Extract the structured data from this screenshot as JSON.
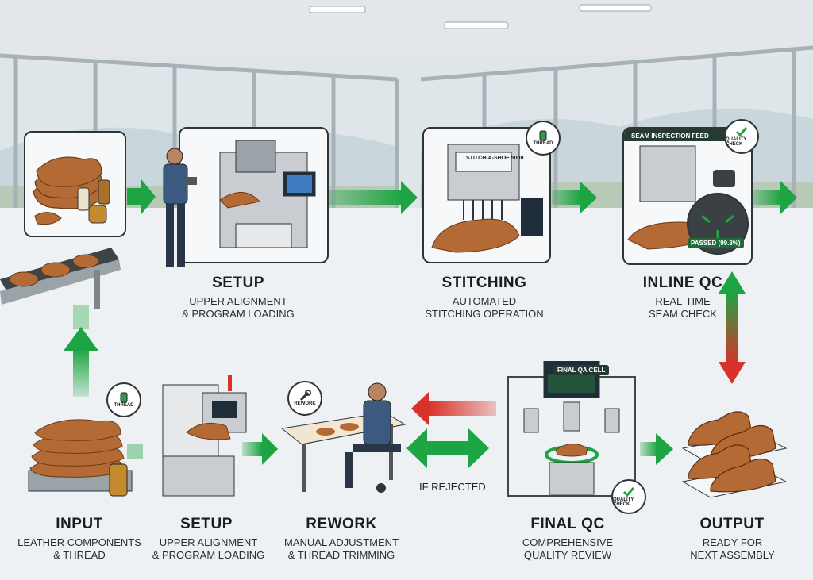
{
  "top": {
    "setup": {
      "title": "SETUP",
      "line1": "UPPER ALIGNMENT",
      "line2": "& PROGRAM LOADING"
    },
    "stitching": {
      "title": "STITCHING",
      "line1": "AUTOMATED",
      "line2": "STITCHING OPERATION",
      "machine_label": "STITCH-A-SHOE 5000",
      "badge": "THREAD"
    },
    "inline_qc": {
      "title": "INLINE QC",
      "line1": "REAL-TIME",
      "line2": "SEAM CHECK",
      "feed_label": "SEAM INSPECTION FEED",
      "passed": "PASSED (99.8%)",
      "badge": "QUALITY CHECK"
    }
  },
  "bottom": {
    "input": {
      "title": "INPUT",
      "line1": "LEATHER COMPONENTS",
      "line2": "& THREAD",
      "badge": "THREAD"
    },
    "setup": {
      "title": "SETUP",
      "line1": "UPPER ALIGNMENT",
      "line2": "& PROGRAM LOADING"
    },
    "rework": {
      "title": "REWORK",
      "line1": "MANUAL ADJUSTMENT",
      "line2": "& THREAD TRIMMING",
      "badge": "REWORK"
    },
    "final_qc": {
      "title": "FINAL QC",
      "line1": "COMPREHENSIVE",
      "line2": "QUALITY REVIEW",
      "screen_label": "FINAL QA CELL",
      "badge": "QUALITY CHECK"
    },
    "output": {
      "title": "OUTPUT",
      "line1": "READY FOR",
      "line2": "NEXT ASSEMBLY"
    }
  },
  "rejected_label": "IF REJECTED",
  "colors": {
    "green": "#1ea543",
    "red": "#d8322a",
    "leather": "#b46a35",
    "machine": "#c9cdd1",
    "dark": "#2f3438"
  }
}
